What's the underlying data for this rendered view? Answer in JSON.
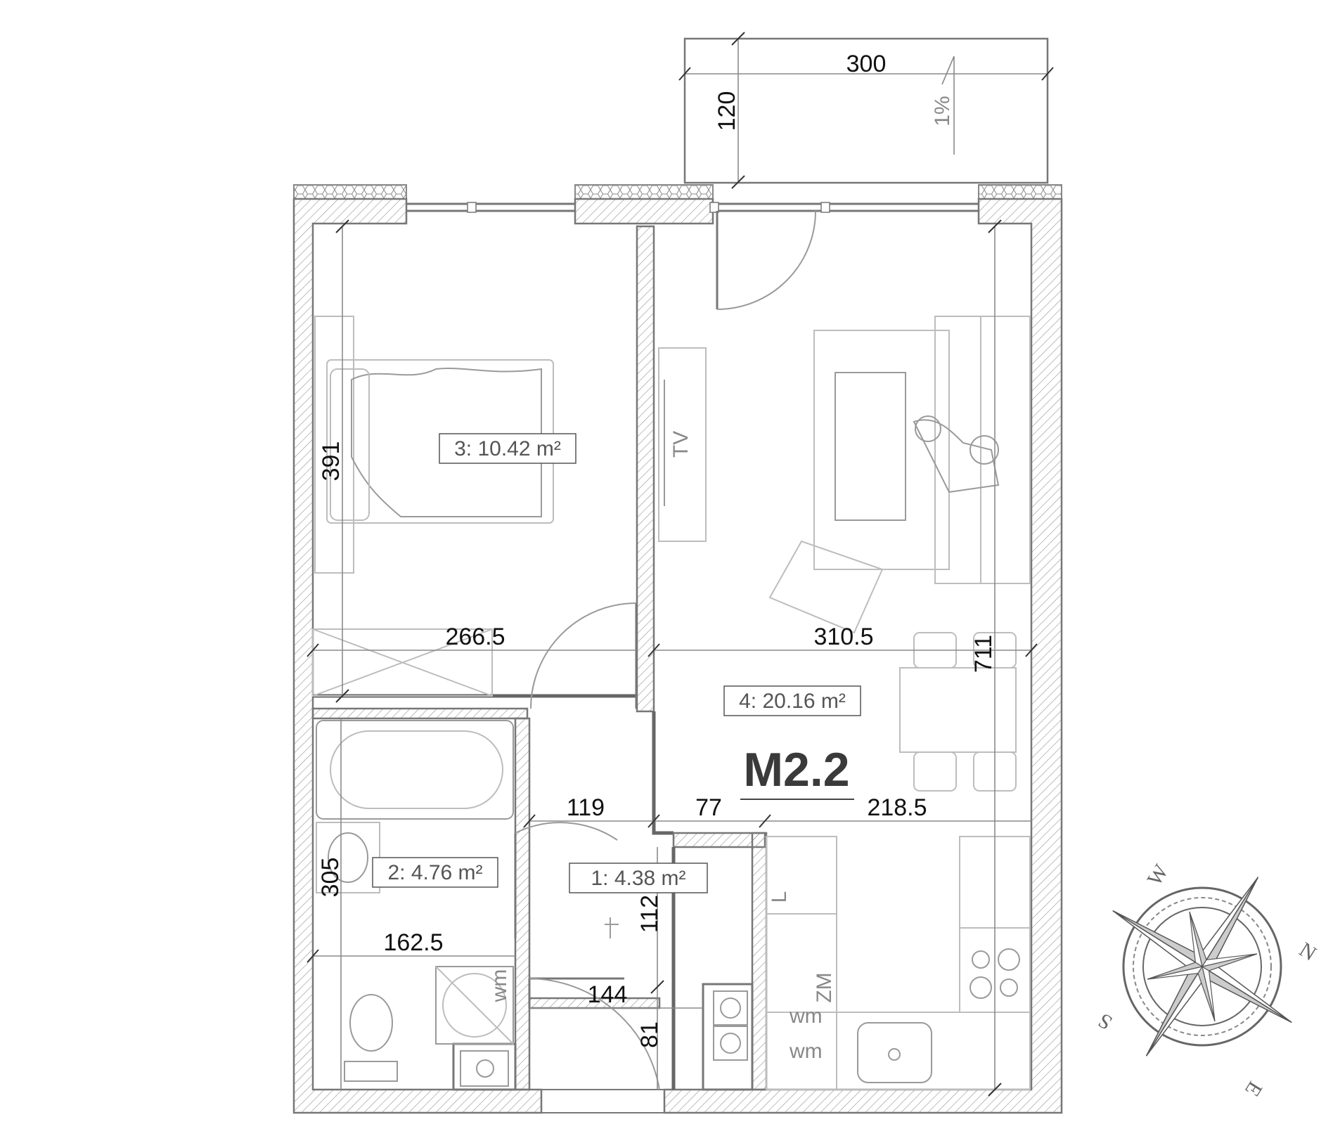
{
  "plan": {
    "unit_code": "M2.2",
    "rooms": [
      {
        "id": "1",
        "area_label": "1: 4.38 m²"
      },
      {
        "id": "2",
        "area_label": "2: 4.76 m²"
      },
      {
        "id": "3",
        "area_label": "3: 10.42 m²"
      },
      {
        "id": "4",
        "area_label": "4: 20.16 m²"
      }
    ],
    "dimensions": {
      "balcony_width": "300",
      "balcony_depth": "120",
      "bedroom_width": "266.5",
      "bedroom_height": "391",
      "living_width": "310.5",
      "living_height": "711",
      "hall_width": "119",
      "passage_width": "77",
      "kitchen_width": "218.5",
      "bath_width": "162.5",
      "bath_height": "305",
      "hall_lower_width": "144",
      "hall_height": "112",
      "closet_height": "81"
    },
    "slope_label": "1%",
    "tv_label": "TV",
    "fixture_labels": {
      "wm_bath": "wm",
      "wm_kitchen_1": "wm",
      "wm_kitchen_2": "wm",
      "zm": "ZM",
      "l_cabinet": "L"
    },
    "compass": {
      "n": "N",
      "e": "E",
      "s": "S",
      "w": "W"
    }
  }
}
